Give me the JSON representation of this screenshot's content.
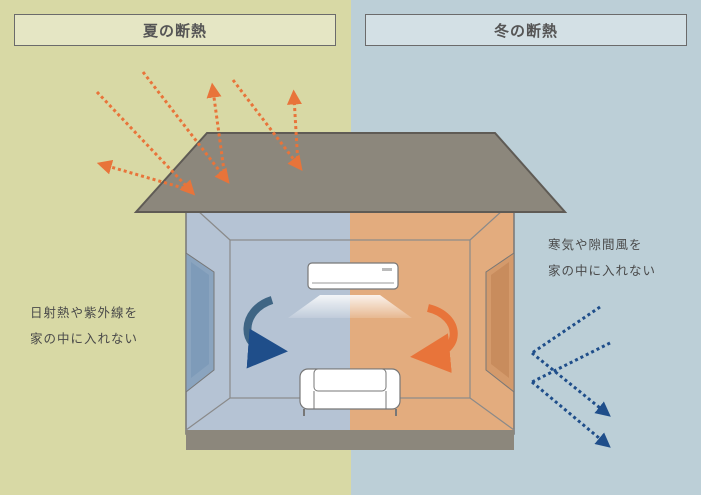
{
  "summer": {
    "title": "夏の断熱",
    "note_lines": [
      "日射熱や紫外線を",
      "家の中に入れない"
    ]
  },
  "winter": {
    "title": "冬の断熱",
    "note_lines": [
      "寒気や隙間風を",
      "家の中に入れない"
    ]
  },
  "colors": {
    "summer_bg": "#d8d9a5",
    "winter_bg": "#bccfd7",
    "roof": "#8c877c",
    "room_cool": "#b5c3d4",
    "room_warm": "#e3ac7e",
    "heat_arrow": "#e8743a",
    "cold_arrow": "#1f4e8a",
    "cool_airflow_arrow": "#3f6584",
    "warm_airflow_arrow": "#e8743a"
  },
  "icons": [
    "air-conditioner-icon",
    "sofa-icon",
    "window-icon"
  ]
}
